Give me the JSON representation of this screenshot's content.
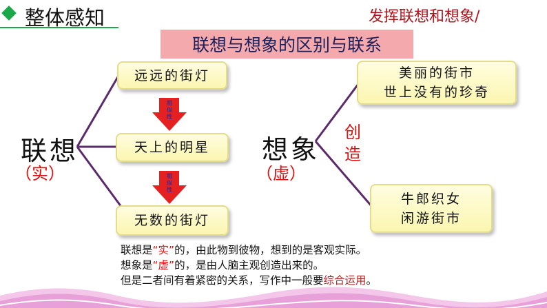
{
  "header": {
    "title": "整体感知",
    "subtitle": "发挥联想和想象/"
  },
  "banner": {
    "title": "联想与想象的区别与联系"
  },
  "left": {
    "term": "联想",
    "note": "（实）",
    "items": [
      "远远的街灯",
      "天上的明星",
      "无数的街灯"
    ],
    "arrow_label": "相似性"
  },
  "right": {
    "term": "想象",
    "note": "（虚）",
    "relation": "创造",
    "items": [
      [
        "美丽的街市",
        "世上没有的珍奇"
      ],
      [
        "牛郎织女",
        "闲游街市"
      ]
    ]
  },
  "summary": {
    "line1": {
      "a": "联想是",
      "q": "“实”",
      "b": "的，由此物到彼物，想到的是客观实际。"
    },
    "line2": {
      "a": "想象是",
      "q": "“虚”",
      "b": "的，是由人脑主观创造出来的。"
    },
    "line3": {
      "a": "但是二者间有着紧密的关系，写作中一般要",
      "h": "综合运用",
      "b": "。"
    }
  },
  "colors": {
    "accent_green": "#1aa84a",
    "banner_pink": "#f4a9ad",
    "highlight_red": "#e01010",
    "connector": "#5a2a6a",
    "wave": "#e8a0d8"
  }
}
